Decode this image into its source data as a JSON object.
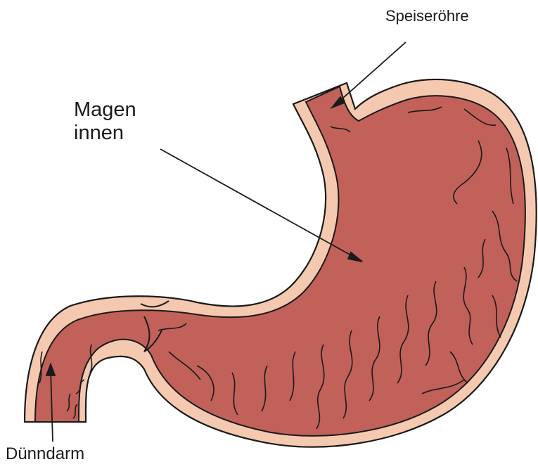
{
  "diagram": {
    "labels": {
      "esophagus": "Speiseröhre",
      "stomach_line1": "Magen",
      "stomach_line2": "innen",
      "small_intestine": "Dünndarm"
    },
    "colors": {
      "lining": "#f4c9b0",
      "interior": "#c1615a",
      "outline": "#1a1a1a"
    }
  }
}
